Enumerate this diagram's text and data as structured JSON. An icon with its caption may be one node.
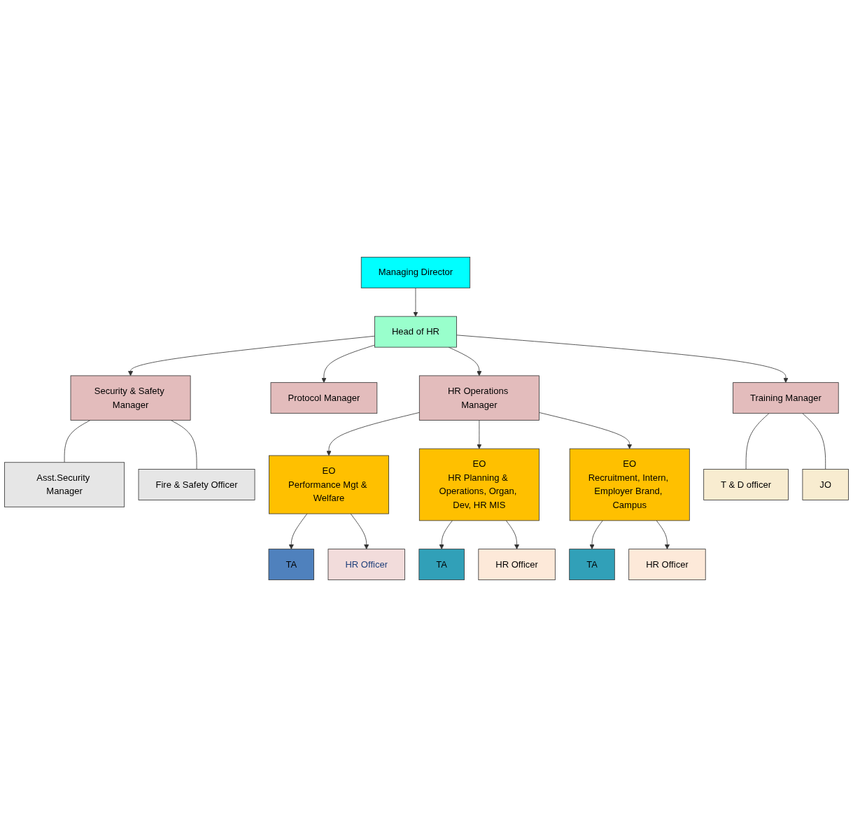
{
  "diagram": {
    "nodes": [
      {
        "text": [
          "Managing Director"
        ]
      },
      {
        "text": [
          "Head of HR"
        ]
      },
      {
        "text": [
          "Security & Safety Manager"
        ]
      },
      {
        "text": [
          "Protocol Manager"
        ]
      },
      {
        "text": [
          "HR Operations Manager"
        ]
      },
      {
        "text": [
          "Training Manager"
        ]
      },
      {
        "text": [
          "Asst.Security Manager"
        ]
      },
      {
        "text": [
          "Fire & Safety Officer"
        ]
      },
      {
        "text": [
          "EO",
          "Performance Mgt & Welfare"
        ]
      },
      {
        "text": [
          "EO",
          "HR Planning & Operations, Organ, Dev, HR MIS"
        ]
      },
      {
        "text": [
          "EO",
          "Recruitment, Intern, Employer Brand, Campus"
        ]
      },
      {
        "text": [
          "T & D officer"
        ]
      },
      {
        "text": [
          "JO"
        ]
      },
      {
        "text": [
          "TA"
        ]
      },
      {
        "text": [
          "HR Officer"
        ]
      },
      {
        "text": [
          "TA"
        ]
      },
      {
        "text": [
          "HR Officer"
        ]
      },
      {
        "text": [
          "TA"
        ]
      },
      {
        "text": [
          "HR Officer"
        ]
      }
    ],
    "edges": [
      {
        "from": 0,
        "to": 1,
        "arrow": "to"
      },
      {
        "from": 1,
        "to": 2,
        "arrow": "to"
      },
      {
        "from": 1,
        "to": 3,
        "arrow": "to"
      },
      {
        "from": 1,
        "to": 4,
        "arrow": "to"
      },
      {
        "from": 1,
        "to": 5,
        "arrow": "to"
      },
      {
        "from": 2,
        "to": 6,
        "arrow": "none"
      },
      {
        "from": 2,
        "to": 7,
        "arrow": "none"
      },
      {
        "from": 4,
        "to": 8,
        "arrow": "to"
      },
      {
        "from": 4,
        "to": 9,
        "arrow": "to"
      },
      {
        "from": 4,
        "to": 10,
        "arrow": "to"
      },
      {
        "from": 5,
        "to": 11,
        "arrow": "none"
      },
      {
        "from": 5,
        "to": 12,
        "arrow": "none"
      },
      {
        "from": 8,
        "to": 13,
        "arrow": "to"
      },
      {
        "from": 8,
        "to": 14,
        "arrow": "to"
      },
      {
        "from": 9,
        "to": 15,
        "arrow": "to"
      },
      {
        "from": 9,
        "to": 16,
        "arrow": "to"
      },
      {
        "from": 10,
        "to": 17,
        "arrow": "to"
      },
      {
        "from": 10,
        "to": 18,
        "arrow": "to"
      }
    ]
  }
}
